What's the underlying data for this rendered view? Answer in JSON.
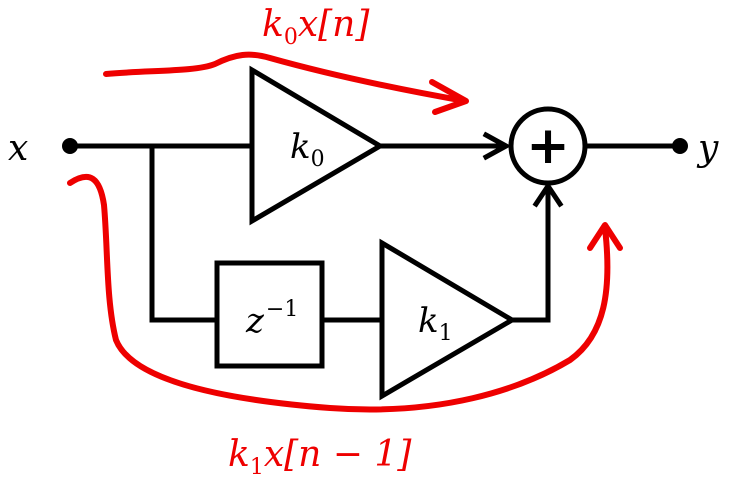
{
  "input_label": "x",
  "output_label": "y",
  "gain_top": {
    "symbol": "k",
    "sub": "0"
  },
  "gain_bottom": {
    "symbol": "k",
    "sub": "1"
  },
  "delay": {
    "base": "z",
    "sup": "−1"
  },
  "adder_symbol": "+",
  "annotation_top": {
    "k": "k",
    "sub": "0",
    "rest": "x[n]"
  },
  "annotation_bottom": {
    "k": "k",
    "sub": "1",
    "rest": "x[n − 1]"
  },
  "colors": {
    "wire": "#000000",
    "annotation": "#ee0000"
  }
}
